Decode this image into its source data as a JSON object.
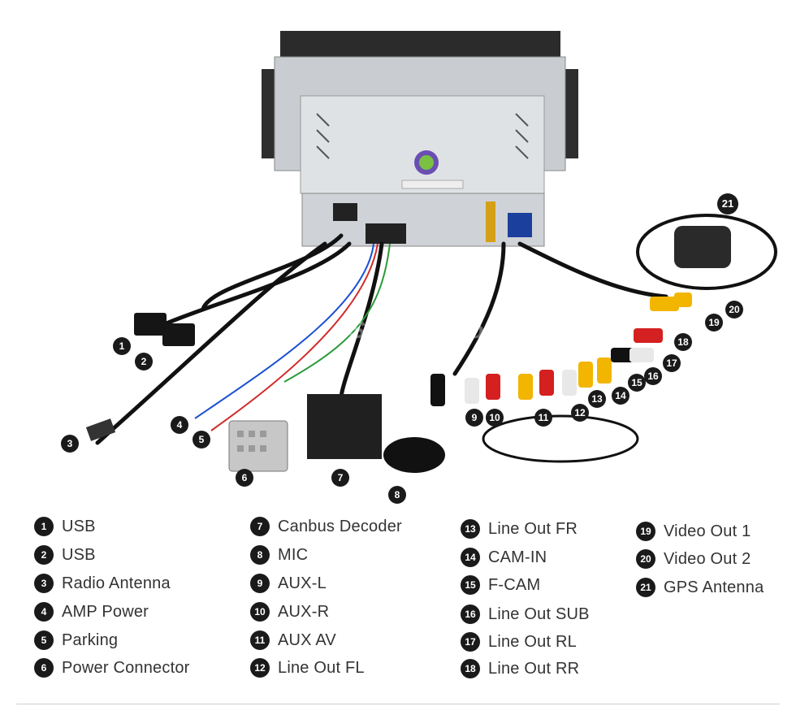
{
  "watermark": "Seicane.com",
  "callouts": [
    "1",
    "2",
    "3",
    "4",
    "5",
    "6",
    "7",
    "8",
    "9",
    "10",
    "11",
    "12",
    "13",
    "14",
    "15",
    "16",
    "17",
    "18",
    "19",
    "20",
    "21"
  ],
  "legend": [
    {
      "num": "1",
      "label": "USB"
    },
    {
      "num": "2",
      "label": "USB"
    },
    {
      "num": "3",
      "label": "Radio Antenna"
    },
    {
      "num": "4",
      "label": "AMP Power"
    },
    {
      "num": "5",
      "label": "Parking"
    },
    {
      "num": "6",
      "label": "Power Connector"
    },
    {
      "num": "7",
      "label": "Canbus Decoder"
    },
    {
      "num": "8",
      "label": "MIC"
    },
    {
      "num": "9",
      "label": "AUX-L"
    },
    {
      "num": "10",
      "label": "AUX-R"
    },
    {
      "num": "11",
      "label": "AUX AV"
    },
    {
      "num": "12",
      "label": "Line Out FL"
    },
    {
      "num": "13",
      "label": "Line Out FR"
    },
    {
      "num": "14",
      "label": "CAM-IN"
    },
    {
      "num": "15",
      "label": "F-CAM"
    },
    {
      "num": "16",
      "label": "Line Out SUB"
    },
    {
      "num": "17",
      "label": "Line Out RL"
    },
    {
      "num": "18",
      "label": "Line Out RR"
    },
    {
      "num": "19",
      "label": "Video Out 1"
    },
    {
      "num": "20",
      "label": "Video Out 2"
    },
    {
      "num": "21",
      "label": "GPS Antenna"
    }
  ]
}
